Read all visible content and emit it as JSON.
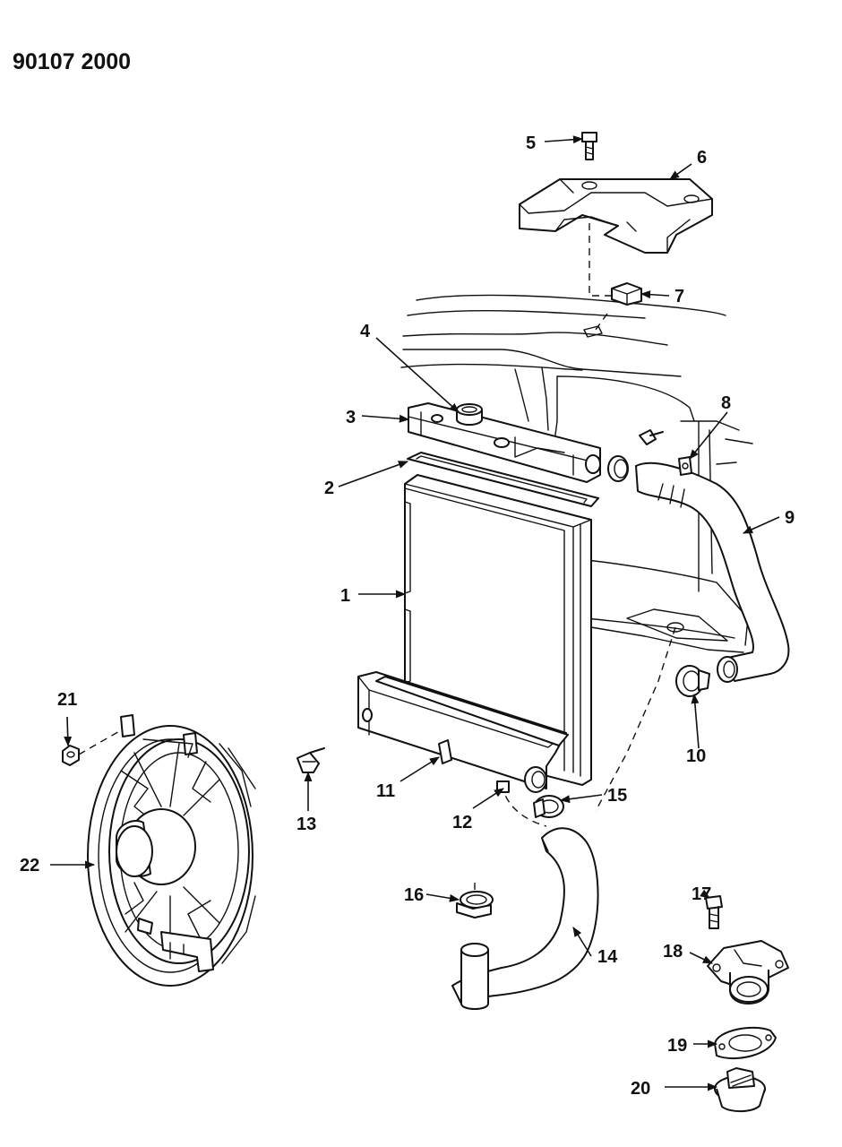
{
  "doc_code": "90107 2000",
  "callouts": [
    "1",
    "2",
    "3",
    "4",
    "5",
    "6",
    "7",
    "8",
    "9",
    "10",
    "11",
    "12",
    "13",
    "14",
    "15",
    "16",
    "17",
    "18",
    "19",
    "20",
    "21",
    "22"
  ]
}
